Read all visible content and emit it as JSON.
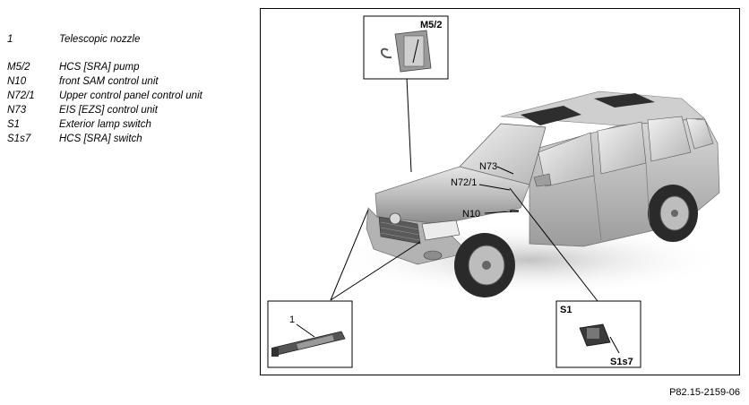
{
  "legend": {
    "items": [
      {
        "code": "1",
        "desc": "Telescopic nozzle"
      },
      {
        "code": "M5/2",
        "desc": "HCS [SRA] pump"
      },
      {
        "code": "N10",
        "desc": "front SAM control unit"
      },
      {
        "code": "N72/1",
        "desc": "Upper control panel control unit"
      },
      {
        "code": "N73",
        "desc": "EIS [EZS] control unit"
      },
      {
        "code": "S1",
        "desc": "Exterior lamp switch"
      },
      {
        "code": "S1s7",
        "desc": "HCS [SRA] switch"
      }
    ]
  },
  "figure": {
    "callouts": {
      "m5_2": "M5/2",
      "n73": "N73",
      "n72_1": "N72/1",
      "n10": "N10",
      "nozzle": "1",
      "s1": "S1",
      "s1s7": "S1s7"
    }
  },
  "reference_code": "P82.15-2159-06"
}
